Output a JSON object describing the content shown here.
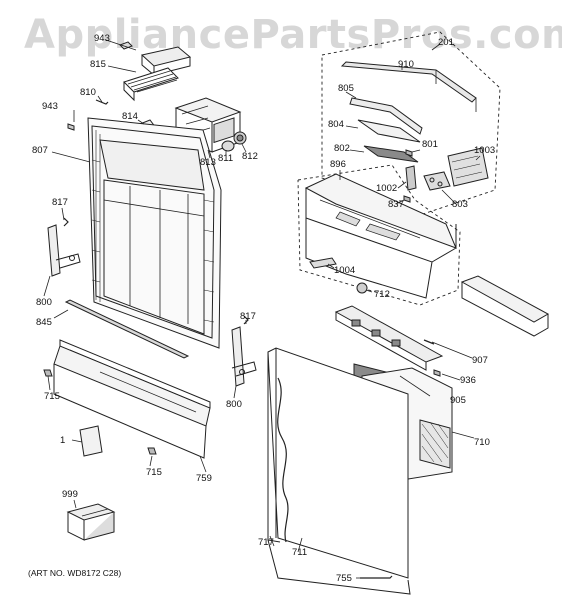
{
  "watermark": "AppliancePartsPros.com",
  "art_number": "(ART NO. WD8172 C28)",
  "colors": {
    "line": "#222222",
    "fill_light": "#f2f2f2",
    "fill_mid": "#d9d9d9",
    "fill_dark": "#8a8a8a",
    "watermark": "#d7d7d7"
  },
  "callouts": {
    "c943a": "943",
    "c815": "815",
    "c810": "810",
    "c943b": "943",
    "c814": "814",
    "c807": "807",
    "c813": "813",
    "c811": "811",
    "c812": "812",
    "c817a": "817",
    "c800a": "800",
    "c845": "845",
    "c817b": "817",
    "c800b": "800",
    "c715a": "715",
    "c1": "1",
    "c715b": "715",
    "c759": "759",
    "c999": "999",
    "c910": "910",
    "c805": "805",
    "c804": "804",
    "c802": "802",
    "c801": "801",
    "c1003": "1003",
    "c896": "896",
    "c1002": "1002",
    "c837": "837",
    "c803": "803",
    "c1004": "1004",
    "c712": "712",
    "c907": "907",
    "c936": "936",
    "c905": "905",
    "c710": "710",
    "c717": "717",
    "c711": "711",
    "c755": "755",
    "c201": "201"
  }
}
